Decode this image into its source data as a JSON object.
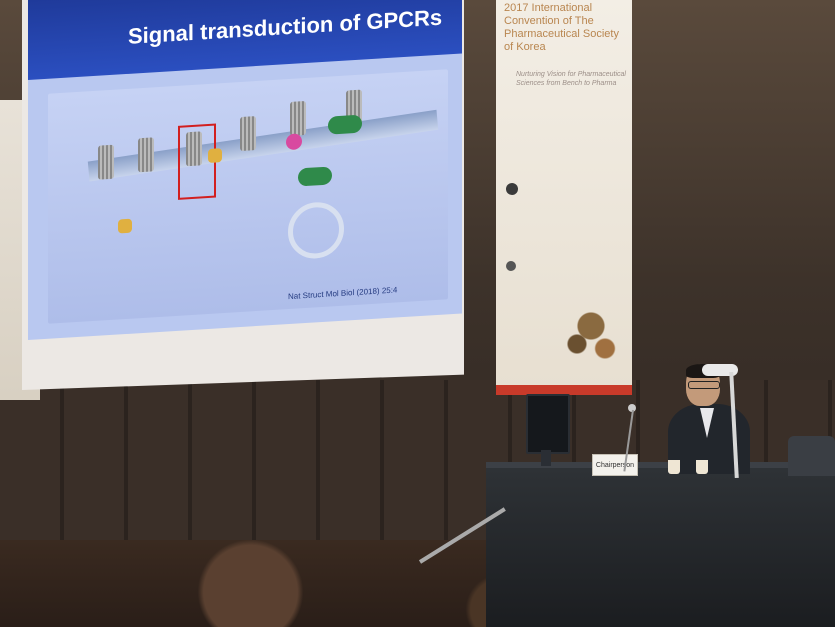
{
  "slide": {
    "title": "Signal transduction of GPCRs",
    "citation": "Nat Struct Mol Biol (2018) 25:4"
  },
  "banner": {
    "title": "2017 International Convention of The Pharmaceutical Society of Korea",
    "subtitle": "Nurturing Vision for Pharmaceutical Sciences from Bench to Pharma"
  },
  "nameplate": {
    "label": "Chairperson"
  },
  "colors": {
    "slide_header": "#2b4fc0",
    "slide_body": "#b9c8f0",
    "banner_accent": "#b98650",
    "banner_base": "#c83a2a"
  }
}
